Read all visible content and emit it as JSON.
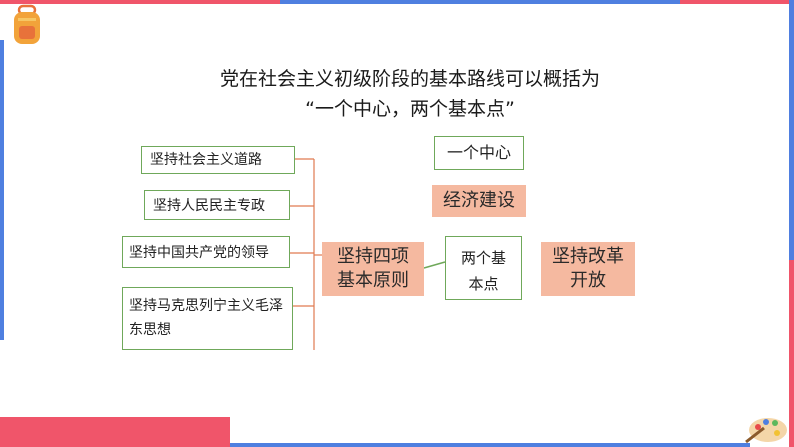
{
  "title": {
    "line1": "党在社会主义初级阶段的基本路线可以概括为",
    "line2": "“一个中心，两个基本点”"
  },
  "principles": {
    "item1": "坚持社会主义道路",
    "item2": "坚持人民民主专政",
    "item3": "坚持中国共产党的领导",
    "item4": "坚持马克思列宁主义毛泽东思想"
  },
  "center": {
    "four_principles": "坚持四项基本原则",
    "two_points": "两个基本点",
    "one_center": "一个中心",
    "economic": "经济建设",
    "reform": "坚持改革开放"
  },
  "colors": {
    "accent_red": "#f0556a",
    "accent_blue": "#4f7fe0",
    "box_border": "#6fa85a",
    "highlight": "#f5b9a0"
  }
}
